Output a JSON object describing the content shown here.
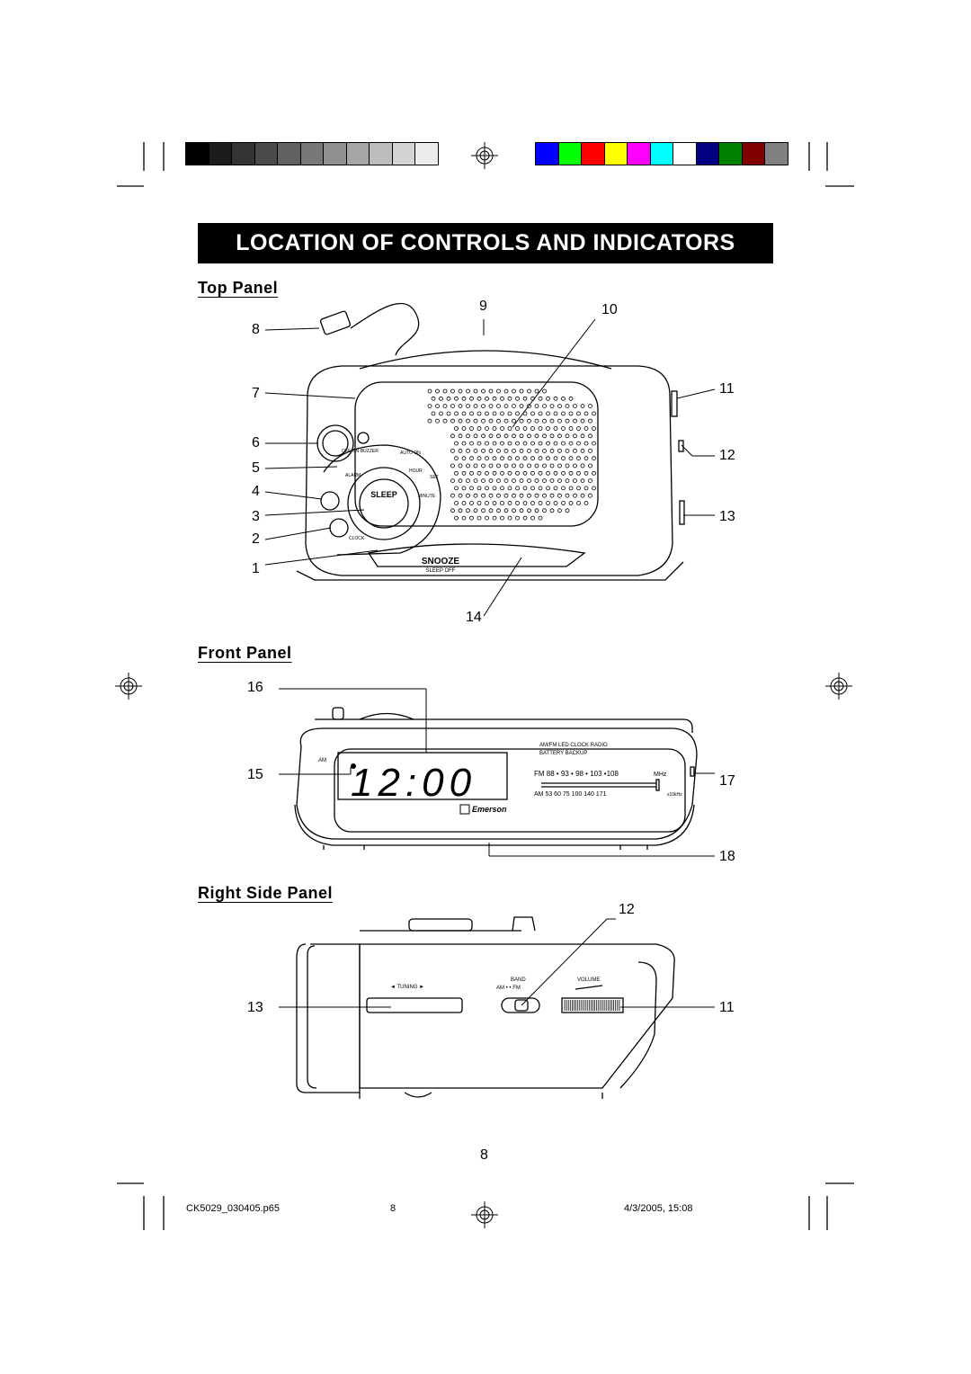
{
  "calibration_bar": {
    "grays": [
      "#000000",
      "#1c1c1c",
      "#333333",
      "#4a4a4a",
      "#616161",
      "#787878",
      "#8f8f8f",
      "#a6a6a6",
      "#bdbdbd",
      "#d4d4d4",
      "#ebebeb"
    ],
    "colors": [
      "#0000ff",
      "#00ff00",
      "#ff0000",
      "#ffff00",
      "#ff00ff",
      "#00ffff",
      "#ffffff",
      "#000080",
      "#008000",
      "#800000",
      "#808080"
    ]
  },
  "title": "LOCATION OF CONTROLS AND INDICATORS",
  "sections": {
    "top_panel": "Top Panel",
    "front_panel": "Front Panel",
    "right_side_panel": "Right Side Panel"
  },
  "top_callouts": [
    "1",
    "2",
    "3",
    "4",
    "5",
    "6",
    "7",
    "8",
    "9",
    "10",
    "11",
    "12",
    "13",
    "14"
  ],
  "front_callouts": [
    "15",
    "16",
    "17",
    "18"
  ],
  "side_callouts": [
    "11",
    "12",
    "13"
  ],
  "device_labels": {
    "snooze": "SNOOZE",
    "sleep_off": "SLEEP OFF",
    "sleep": "SLEEP",
    "alarm": "ALARM",
    "hour": "HOUR",
    "minute": "MINUTE",
    "set": "SET",
    "clock": "CLOCK",
    "auto_on": "AUTO ON",
    "off_on_buzzer": "OFF·ON·BUZZER",
    "display_time": "12:00",
    "am_indicator": "AM",
    "radio_title": "AM/FM LED CLOCK RADIO",
    "battery_backup": "BATTERY BACKUP",
    "fm_scale": "FM  88 • 93 • 98  • 103 •108",
    "mhz": "MHz",
    "am_scale": "AM  53   60     75   100    140  171",
    "khz": "x10kHz",
    "brand": "Emerson",
    "tuning": "◄ TUNING ►",
    "band": "BAND",
    "am_fm": "AM •  •  FM",
    "volume": "VOLUME"
  },
  "page_number": "8",
  "footer": {
    "file": "CK5029_030405.p65",
    "page": "8",
    "date": "4/3/2005, 15:08"
  }
}
